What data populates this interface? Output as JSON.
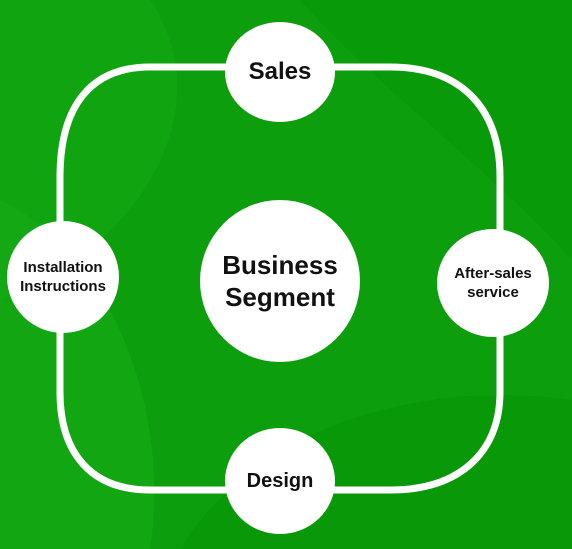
{
  "diagram": {
    "center": {
      "line1": "Business",
      "line2": "Segment"
    },
    "nodes": {
      "top": "Sales",
      "right": {
        "line1": "After-sales",
        "line2": "service"
      },
      "bottom": "Design",
      "left": {
        "line1": "Installation",
        "line2": "Instructions"
      }
    }
  },
  "colors": {
    "background": "#0c9e0c",
    "background_dark": "#079107",
    "background_light": "#15a815",
    "ring": "#ffffff",
    "node_fill": "#ffffff",
    "text": "#111111"
  }
}
